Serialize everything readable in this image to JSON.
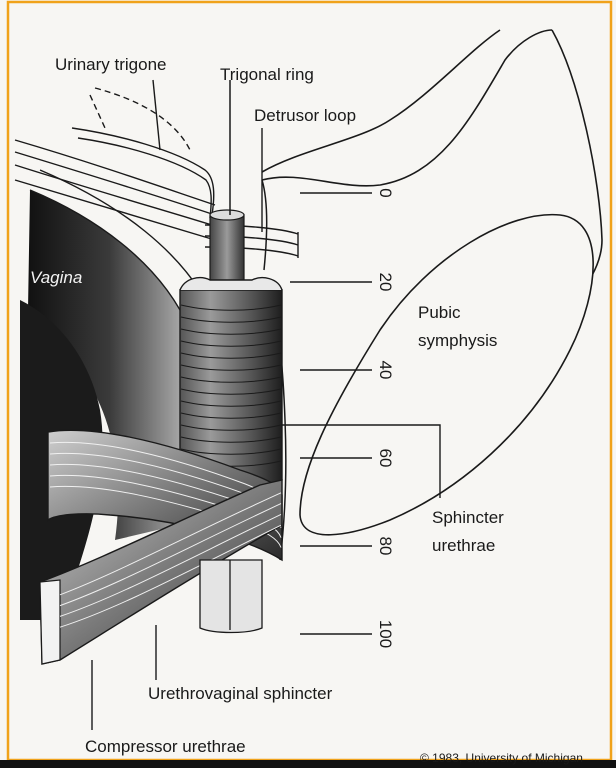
{
  "colors": {
    "frame": "#f0a21a",
    "ink": "#1a1a1a",
    "paper": "#f7f6f3",
    "band_dark": "#2c2c2c",
    "band_mid": "#8a8a8a"
  },
  "labels": {
    "urinary_trigone": "Urinary trigone",
    "trigonal_ring": "Trigonal ring",
    "detrusor_loop": "Detrusor loop",
    "vagina": "Vagina",
    "pubic_symphysis_1": "Pubic",
    "pubic_symphysis_2": "symphysis",
    "sphincter_urethrae_1": "Sphincter",
    "sphincter_urethrae_2": "urethrae",
    "urethrovaginal_sphincter": "Urethrovaginal sphincter",
    "compressor_urethrae": "Compressor urethrae",
    "copyright": "© 1983, University of Michigan"
  },
  "scale_marks": [
    "0",
    "20",
    "40",
    "60",
    "80",
    "100"
  ]
}
